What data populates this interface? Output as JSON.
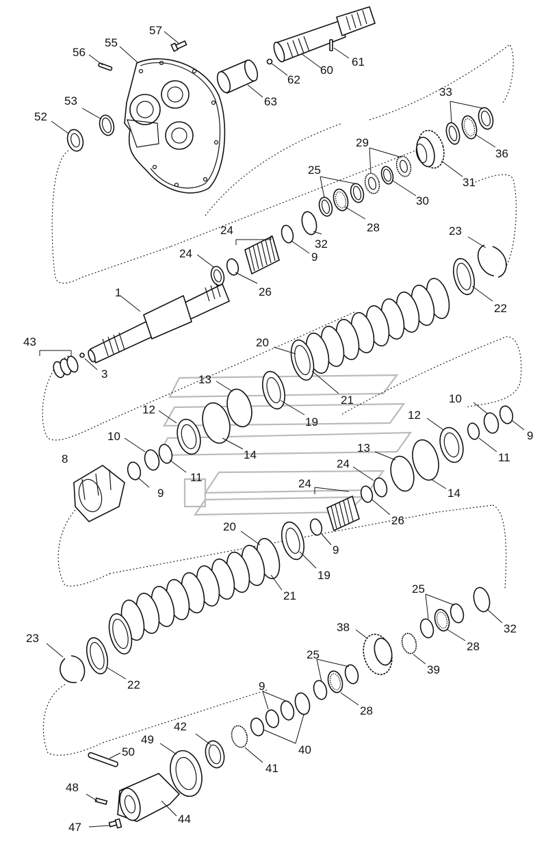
{
  "diagram": {
    "callouts": [
      {
        "id": "57",
        "text": "57"
      },
      {
        "id": "56",
        "text": "56"
      },
      {
        "id": "55",
        "text": "55"
      },
      {
        "id": "61",
        "text": "61"
      },
      {
        "id": "60",
        "text": "60"
      },
      {
        "id": "62",
        "text": "62"
      },
      {
        "id": "63",
        "text": "63"
      },
      {
        "id": "53",
        "text": "53"
      },
      {
        "id": "52",
        "text": "52"
      },
      {
        "id": "33",
        "text": "33"
      },
      {
        "id": "36",
        "text": "36"
      },
      {
        "id": "29",
        "text": "29"
      },
      {
        "id": "31",
        "text": "31"
      },
      {
        "id": "30",
        "text": "30"
      },
      {
        "id": "25a",
        "text": "25"
      },
      {
        "id": "28a",
        "text": "28"
      },
      {
        "id": "32a",
        "text": "32"
      },
      {
        "id": "24a",
        "text": "24"
      },
      {
        "id": "9a",
        "text": "9"
      },
      {
        "id": "24b",
        "text": "24"
      },
      {
        "id": "26a",
        "text": "26"
      },
      {
        "id": "23a",
        "text": "23"
      },
      {
        "id": "22a",
        "text": "22"
      },
      {
        "id": "1",
        "text": "1"
      },
      {
        "id": "43",
        "text": "43"
      },
      {
        "id": "3",
        "text": "3"
      },
      {
        "id": "20a",
        "text": "20"
      },
      {
        "id": "21a",
        "text": "21"
      },
      {
        "id": "13a",
        "text": "13"
      },
      {
        "id": "19a",
        "text": "19"
      },
      {
        "id": "12a",
        "text": "12"
      },
      {
        "id": "14a",
        "text": "14"
      },
      {
        "id": "10a",
        "text": "10"
      },
      {
        "id": "11a",
        "text": "11"
      },
      {
        "id": "9b",
        "text": "9"
      },
      {
        "id": "8",
        "text": "8"
      },
      {
        "id": "10b",
        "text": "10"
      },
      {
        "id": "9c",
        "text": "9"
      },
      {
        "id": "12b",
        "text": "12"
      },
      {
        "id": "11b",
        "text": "11"
      },
      {
        "id": "13b",
        "text": "13"
      },
      {
        "id": "14b",
        "text": "14"
      },
      {
        "id": "24c",
        "text": "24"
      },
      {
        "id": "26b",
        "text": "26"
      },
      {
        "id": "24d",
        "text": "24"
      },
      {
        "id": "9d",
        "text": "9"
      },
      {
        "id": "20b",
        "text": "20"
      },
      {
        "id": "19b",
        "text": "19"
      },
      {
        "id": "21b",
        "text": "21"
      },
      {
        "id": "25b",
        "text": "25"
      },
      {
        "id": "32b",
        "text": "32"
      },
      {
        "id": "28b",
        "text": "28"
      },
      {
        "id": "38",
        "text": "38"
      },
      {
        "id": "39",
        "text": "39"
      },
      {
        "id": "23b",
        "text": "23"
      },
      {
        "id": "22b",
        "text": "22"
      },
      {
        "id": "25c",
        "text": "25"
      },
      {
        "id": "28c",
        "text": "28"
      },
      {
        "id": "9e",
        "text": "9"
      },
      {
        "id": "40",
        "text": "40"
      },
      {
        "id": "42",
        "text": "42"
      },
      {
        "id": "41",
        "text": "41"
      },
      {
        "id": "49",
        "text": "49"
      },
      {
        "id": "50",
        "text": "50"
      },
      {
        "id": "48",
        "text": "48"
      },
      {
        "id": "44",
        "text": "44"
      },
      {
        "id": "47",
        "text": "47"
      }
    ]
  }
}
